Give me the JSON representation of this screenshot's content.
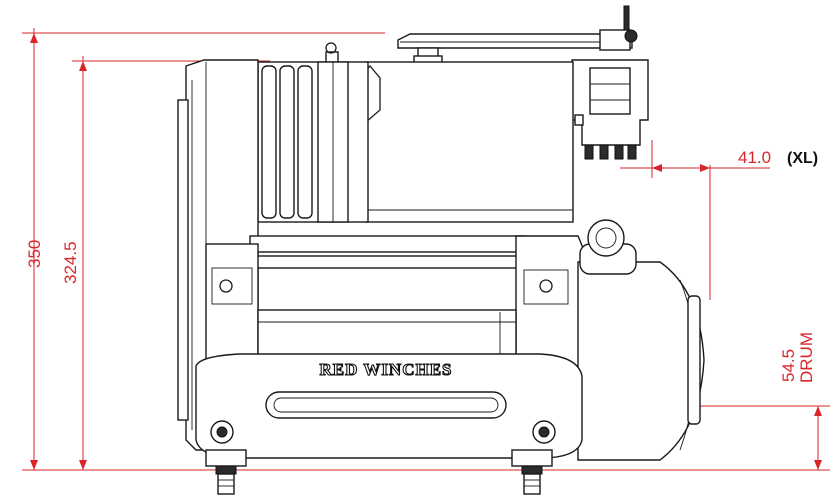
{
  "diagram": {
    "dimensions": {
      "overall_height": "350",
      "motor_height": "324.5",
      "offset": "41.0",
      "offset_note": "(XL)",
      "drum_value": "54.5",
      "drum_label": "DRUM"
    },
    "brand_text": "RED WINCHES",
    "colors": {
      "dimension": "#d9262b",
      "outline": "#1a1a1a"
    }
  }
}
